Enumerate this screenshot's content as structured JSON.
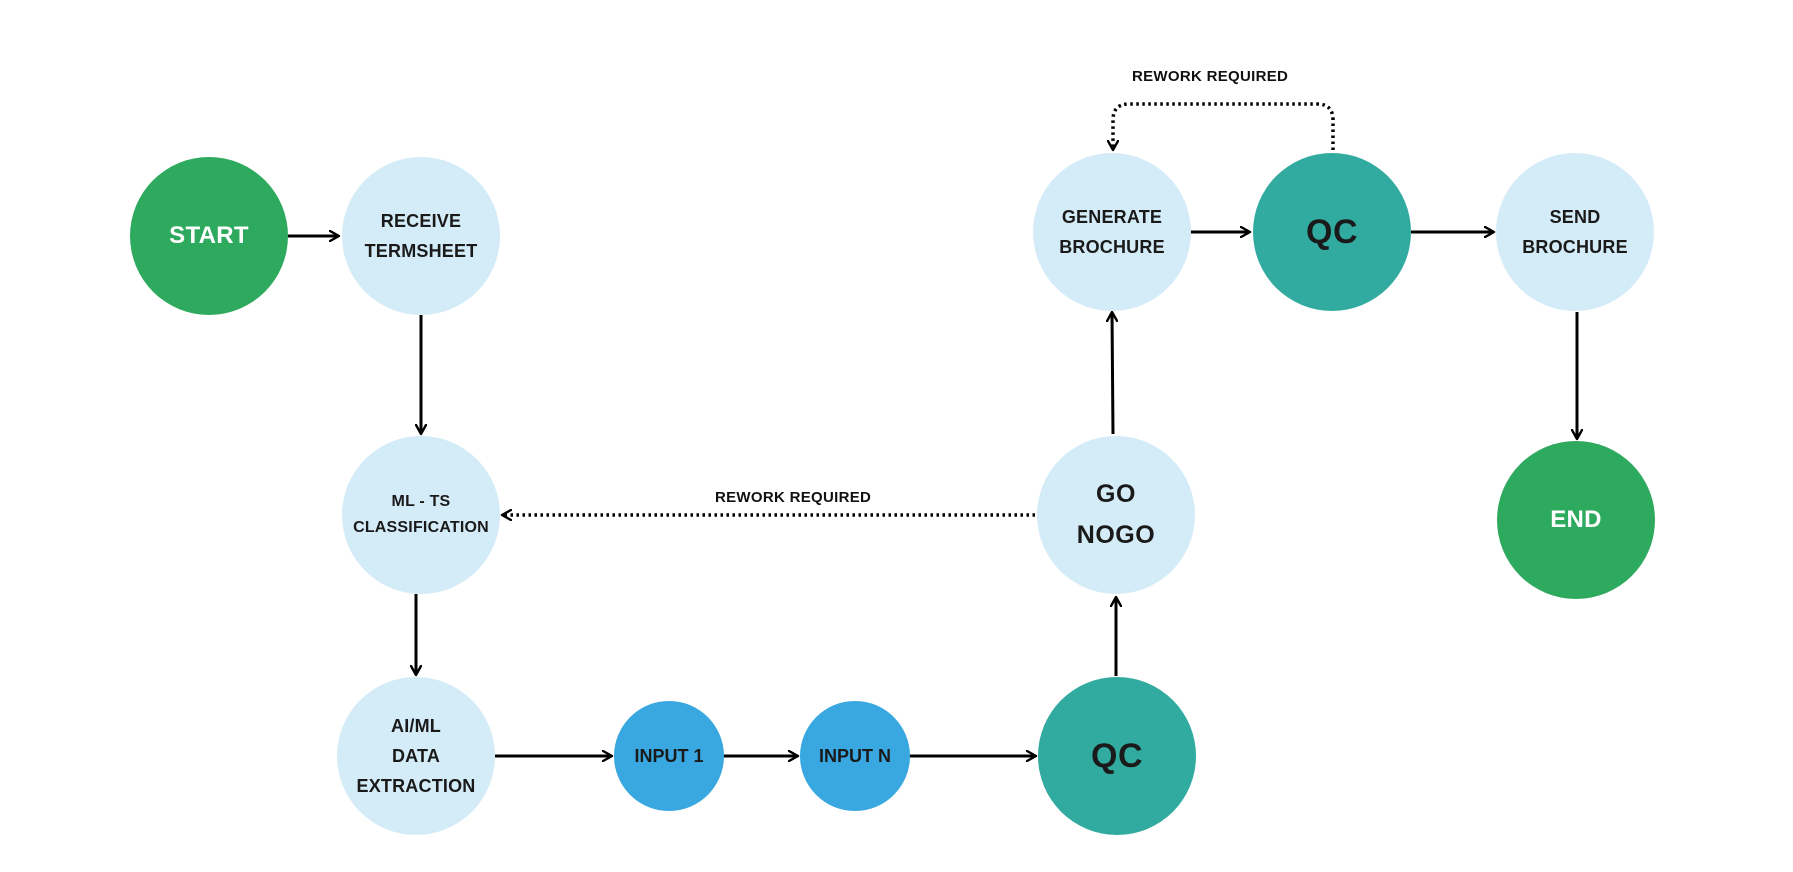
{
  "diagram": {
    "colors": {
      "terminal": "#2eaa5e",
      "process": "#d4ecf7",
      "qc": "#31ab9f",
      "input": "#39a8e0",
      "connector": "#000000"
    },
    "nodes": {
      "start": {
        "label": "START",
        "kind": "terminal"
      },
      "receive_termsheet": {
        "label": "RECEIVE\nTERMSHEET",
        "kind": "process"
      },
      "ml_ts_classification": {
        "label": "ML - TS\nCLASSIFICATION",
        "kind": "process"
      },
      "ai_ml_data_extraction": {
        "label": "AI/ML\nDATA\nEXTRACTION",
        "kind": "process"
      },
      "input_1": {
        "label": "INPUT 1",
        "kind": "input"
      },
      "input_n": {
        "label": "INPUT N",
        "kind": "input"
      },
      "qc_lower": {
        "label": "QC",
        "kind": "qc"
      },
      "go_nogo": {
        "label": "GO\nNOGO",
        "kind": "process"
      },
      "generate_brochure": {
        "label": "GENERATE\nBROCHURE",
        "kind": "process"
      },
      "qc_upper": {
        "label": "QC",
        "kind": "qc"
      },
      "send_brochure": {
        "label": "SEND\nBROCHURE",
        "kind": "process"
      },
      "end": {
        "label": "END",
        "kind": "terminal"
      }
    },
    "edges": [
      {
        "from": "start",
        "to": "receive_termsheet",
        "style": "solid"
      },
      {
        "from": "receive_termsheet",
        "to": "ml_ts_classification",
        "style": "solid"
      },
      {
        "from": "ml_ts_classification",
        "to": "ai_ml_data_extraction",
        "style": "solid"
      },
      {
        "from": "ai_ml_data_extraction",
        "to": "input_1",
        "style": "solid"
      },
      {
        "from": "input_1",
        "to": "input_n",
        "style": "solid"
      },
      {
        "from": "input_n",
        "to": "qc_lower",
        "style": "solid"
      },
      {
        "from": "qc_lower",
        "to": "go_nogo",
        "style": "solid"
      },
      {
        "from": "go_nogo",
        "to": "generate_brochure",
        "style": "solid"
      },
      {
        "from": "go_nogo",
        "to": "ml_ts_classification",
        "style": "dotted",
        "label": "REWORK REQUIRED"
      },
      {
        "from": "generate_brochure",
        "to": "qc_upper",
        "style": "solid"
      },
      {
        "from": "qc_upper",
        "to": "generate_brochure",
        "style": "dotted",
        "label": "REWORK REQUIRED"
      },
      {
        "from": "qc_upper",
        "to": "send_brochure",
        "style": "solid"
      },
      {
        "from": "send_brochure",
        "to": "end",
        "style": "solid"
      }
    ]
  }
}
